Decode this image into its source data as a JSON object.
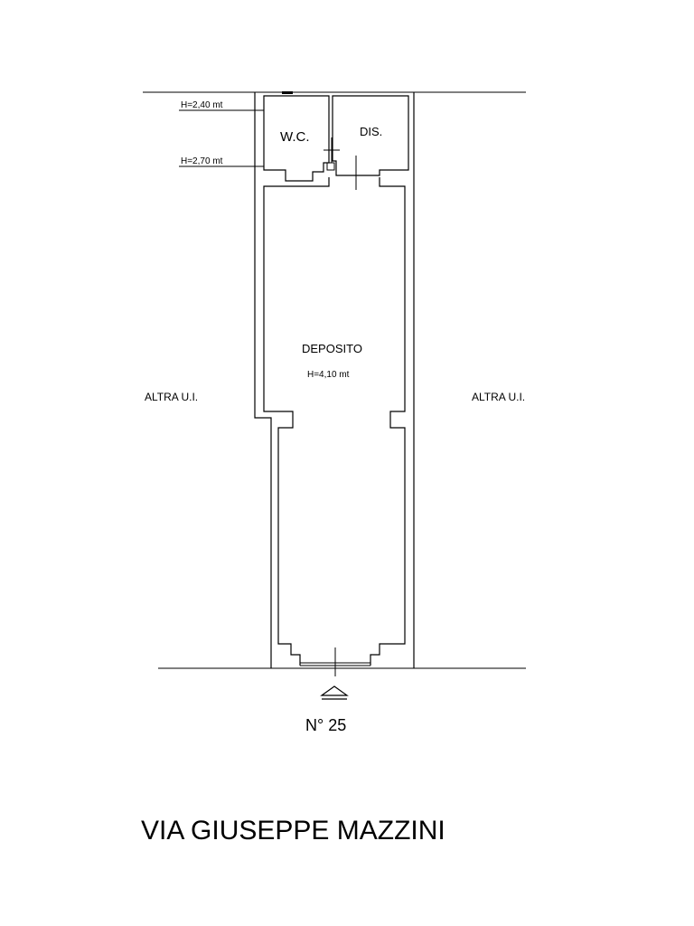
{
  "rooms": {
    "wc": "W.C.",
    "dis": "DIS.",
    "deposito": "DEPOSITO"
  },
  "heights": {
    "wc_top": "H=2,40 mt",
    "wc_bottom": "H=2,70 mt",
    "deposito": "H=4,10 mt"
  },
  "neighbors": {
    "left": "ALTRA U.I.",
    "right": "ALTRA U.I."
  },
  "entrance": {
    "number": "N° 25"
  },
  "street": {
    "name": "VIA GIUSEPPE MAZZINI"
  }
}
